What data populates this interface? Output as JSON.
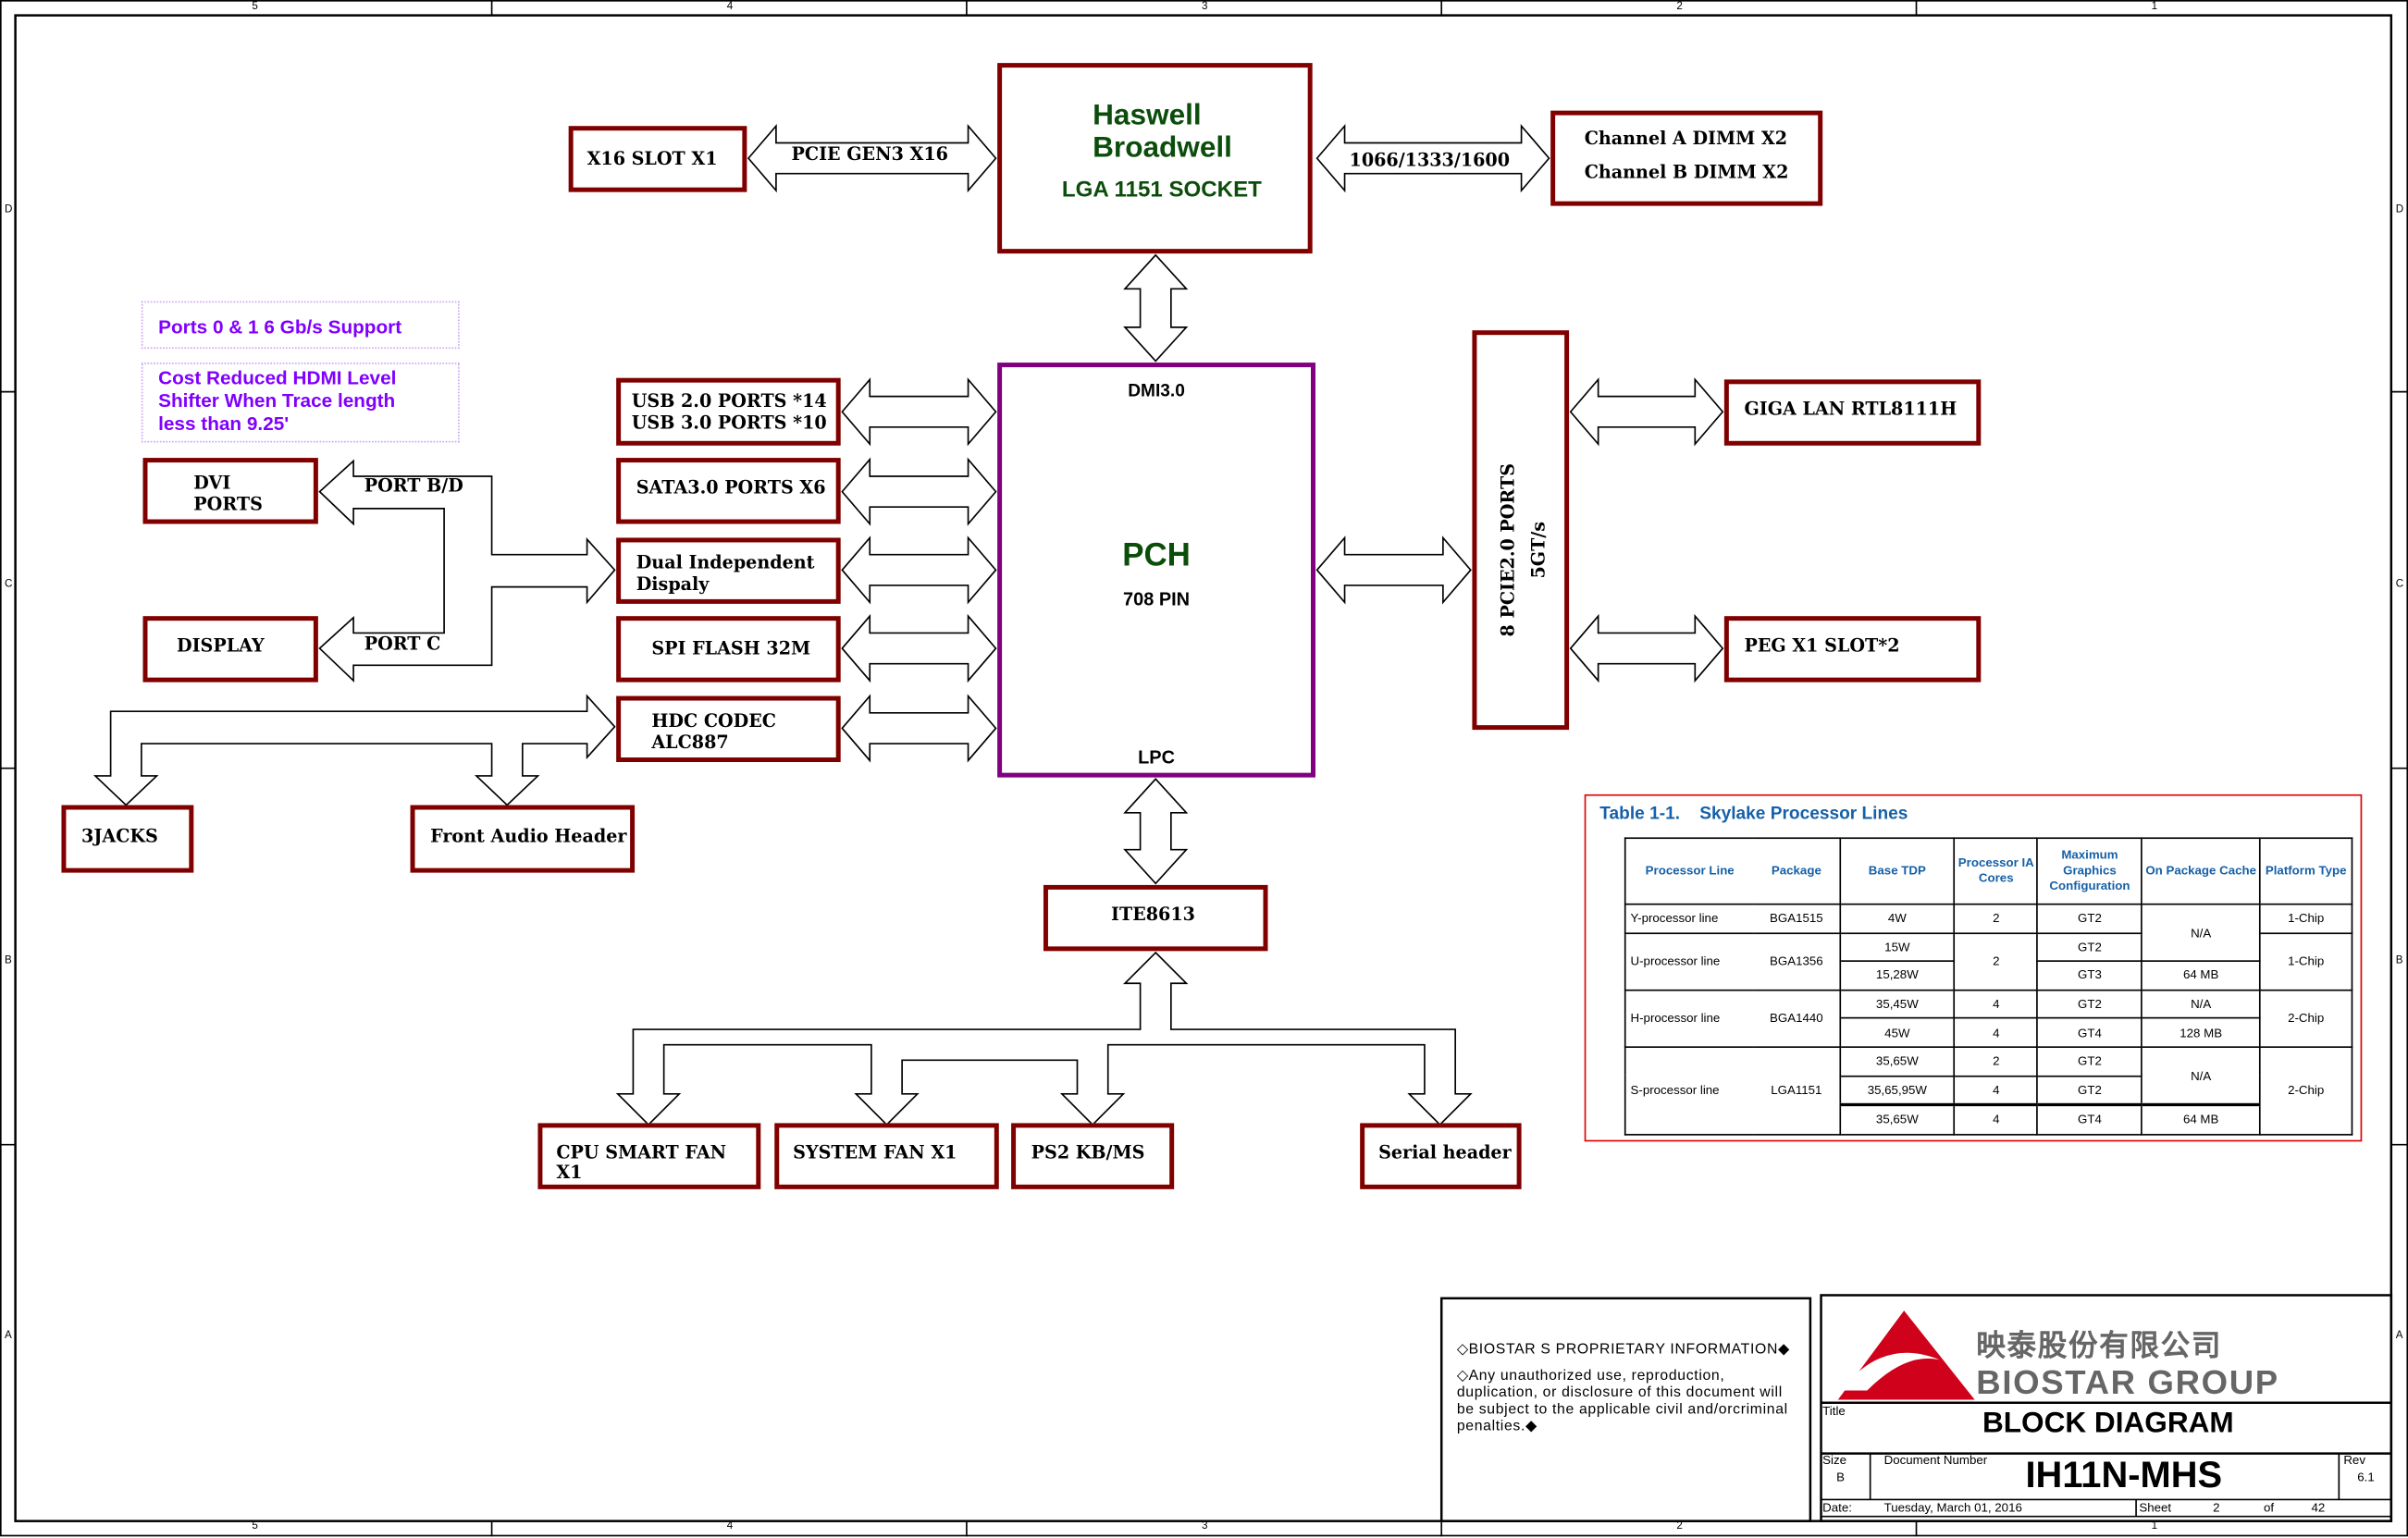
{
  "frame": {
    "columns": [
      "5",
      "4",
      "3",
      "2",
      "1"
    ],
    "rows": [
      "D",
      "C",
      "B",
      "A"
    ]
  },
  "cpu": {
    "line1": "Haswell",
    "line2": "Broadwell",
    "socket": "LGA 1151 SOCKET"
  },
  "x16_slot": "X16 SLOT X1",
  "pcie_gen3": "PCIE GEN3 X16",
  "memory_speed": "1066/1333/1600",
  "dimm": {
    "a": "Channel A DIMM X2",
    "b": "Channel B DIMM X2"
  },
  "pch": {
    "dmi": "DMI3.0",
    "name": "PCH",
    "pins": "708 PIN",
    "lpc": "LPC"
  },
  "pch_blocks": {
    "usb2": "USB 2.0 PORTS *14",
    "usb3": "USB 3.0 PORTS *10",
    "sata": "SATA3.0 PORTS X6",
    "dual1": "Dual Independent",
    "dual2": "Dispaly",
    "spi": "SPI FLASH 32M",
    "hdc1": "HDC CODEC",
    "hdc2": "ALC887"
  },
  "pcie_ports": {
    "line1": "8 PCIE2.0 PORTS",
    "line2": "5GT/s"
  },
  "giga_lan": "GIGA LAN RTL8111H",
  "peg": "PEG X1 SLOT*2",
  "notes": {
    "ports": "Ports 0 & 1 6 Gb/s Support",
    "hdmi1": "Cost Reduced HDMI Level",
    "hdmi2": "Shifter When Trace length",
    "hdmi3": "less than 9.25'"
  },
  "display": {
    "dvi1": "DVI",
    "dvi2": "PORTS",
    "display": "DISPLAY",
    "port_bd": "PORT B/D",
    "port_c": "PORT C"
  },
  "audio": {
    "jacks": "3JACKS",
    "front": "Front Audio Header"
  },
  "ite": "ITE8613",
  "ite_devices": {
    "cpu_fan": "CPU SMART FAN X1",
    "sys_fan": "SYSTEM FAN X1",
    "ps2": "PS2 KB/MS",
    "serial": "Serial header"
  },
  "table": {
    "title": "Table 1-1.    Skylake Processor Lines",
    "headers": [
      "Processor Line",
      "Package",
      "Base TDP",
      "Processor IA Cores",
      "Maximum Graphics Configuration",
      "On Package Cache",
      "Platform Type"
    ],
    "rows": [
      {
        "line": "Y-processor line",
        "package": "BGA1515",
        "tdp": "4W",
        "cores": "2",
        "gfx": "GT2",
        "cache": "N/A",
        "platform": "1-Chip"
      },
      {
        "line": "U-processor line",
        "package": "BGA1356",
        "tdp": "15W",
        "cores": "2",
        "gfx": "GT2",
        "platform": "1-Chip"
      },
      {
        "tdp": "15,28W",
        "gfx": "GT3",
        "cache": "64 MB"
      },
      {
        "line": "H-processor line",
        "package": "BGA1440",
        "tdp": "35,45W",
        "cores": "4",
        "gfx": "GT2",
        "cache": "N/A",
        "platform": "2-Chip"
      },
      {
        "tdp": "45W",
        "cores": "4",
        "gfx": "GT4",
        "cache": "128 MB"
      },
      {
        "line": "S-processor line",
        "package": "LGA1151",
        "tdp": "35,65W",
        "cores": "2",
        "gfx": "GT2",
        "cache": "N/A",
        "platform": "2-Chip"
      },
      {
        "tdp": "35,65,95W",
        "cores": "4",
        "gfx": "GT2"
      },
      {
        "tdp": "35,65W",
        "cores": "4",
        "gfx": "GT4",
        "cache": "64 MB"
      }
    ]
  },
  "proprietary": {
    "p1": "◇BIOSTAR S PROPRIETARY INFORMATION◆",
    "p2": "◇Any unauthorized use, reproduction, duplication, or disclosure of this document will be subject to the applicable civil and/orcriminal penalties.◆"
  },
  "title_block": {
    "logo_cn": "映泰股份有限公司",
    "logo_en": "BIOSTAR GROUP",
    "title_label": "Title",
    "title": "BLOCK DIAGRAM",
    "size_label": "Size",
    "size": "B",
    "doc_label": "Document Number",
    "doc": "IH11N-MHS",
    "rev_label": "Rev",
    "rev": "6.1",
    "date_label": "Date:",
    "date": "Tuesday, March 01, 2016",
    "sheet_label": "Sheet",
    "sheet": "2",
    "of_label": "of",
    "total": "42"
  },
  "colors": {
    "box_border": "#800000",
    "pch_border": "#800080",
    "cpu_text": "#0b4d0b",
    "note_text": "#8000ff",
    "table_border": "#e00000",
    "table_header": "#1560a8",
    "logo_red": "#d0021b",
    "logo_gray": "#666666"
  }
}
